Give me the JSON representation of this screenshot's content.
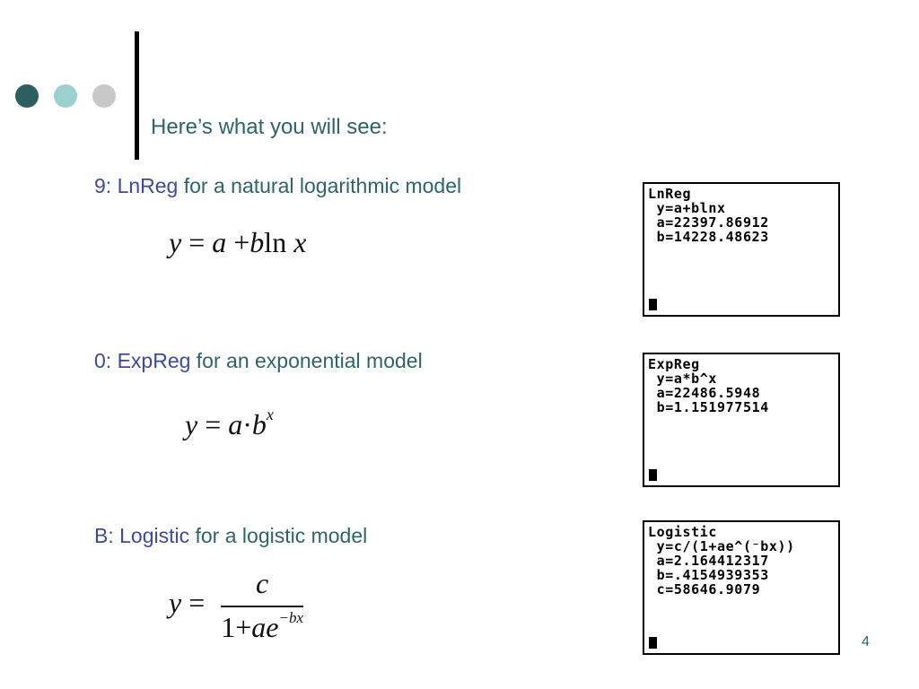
{
  "colors": {
    "dot_dark": "#2d5f60",
    "dot_mid": "#9ccfcf",
    "dot_light": "#c8c8c8",
    "title": "#2f6466",
    "keyword": "#3e4a9c"
  },
  "slide": {
    "title": "Here’s what you will see:",
    "page_number": "4"
  },
  "sections": [
    {
      "keyword": "9: LnReg",
      "description": " for a natural logarithmic model",
      "formula": {
        "lhs": "y",
        "eq": "=",
        "a": "a",
        "plus": "+",
        "b": "b",
        "ln": "ln",
        "x": "x"
      },
      "screen": [
        "LnReg",
        " y=a+blnx",
        " a=22397.86912",
        " b=14228.48623"
      ]
    },
    {
      "keyword": "0: ExpReg",
      "description": " for an exponential model",
      "formula": {
        "lhs": "y",
        "eq": "=",
        "a": "a",
        "dot": "·",
        "b": "b",
        "exp": "x"
      },
      "screen": [
        "ExpReg",
        " y=a*b^x",
        " a=22486.5948",
        " b=1.151977514"
      ]
    },
    {
      "keyword": "B: Logistic",
      "description": " for a logistic model",
      "formula": {
        "lhs": "y",
        "eq": "=",
        "num": "c",
        "one": "1",
        "plus": "+",
        "ae": "ae",
        "exp": "−bx"
      },
      "screen": [
        "Logistic",
        " y=c/(1+ae^(⁻bx))",
        " a=2.164412317",
        " b=.4154939353",
        " c=58646.9079"
      ]
    }
  ]
}
